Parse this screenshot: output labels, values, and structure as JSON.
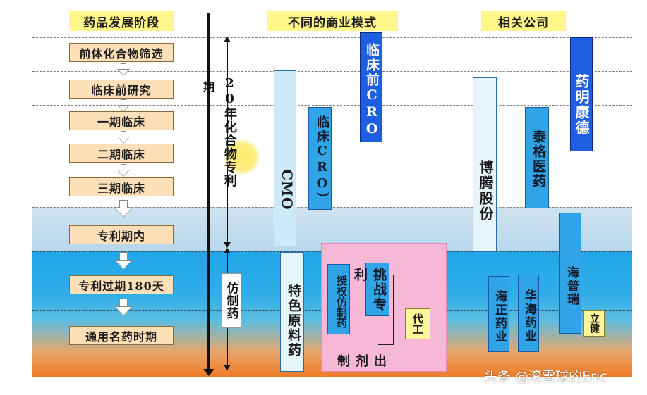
{
  "headers": {
    "stages": "药品发展阶段",
    "business_models": "不同的商业模式",
    "companies": "相关公司"
  },
  "stages": [
    {
      "label": "前体化合物筛选"
    },
    {
      "label": "临床前研究"
    },
    {
      "label": "一期临床"
    },
    {
      "label": "二期临床"
    },
    {
      "label": "三期临床"
    },
    {
      "label": "专利期内"
    },
    {
      "label": "专利过期180天"
    },
    {
      "label": "通用名药时期"
    }
  ],
  "timeline": {
    "period_char": "期",
    "patent_label": "20年化合物专利",
    "generic_label": "仿制药"
  },
  "business_models": {
    "cmo": "CMO",
    "clinical_cro": "临床CRO）",
    "preclinical_cro": "临床前CRO",
    "specialty_api": "特色原料药",
    "authorized_generic": "授权仿制药",
    "patent_challenge": "挑战专利",
    "contract_mfg": "代工",
    "formulation_export": "制剂出"
  },
  "companies": {
    "boteng": "博腾股份",
    "taige": "泰格医药",
    "wuxi": "药明康德",
    "haizheng": "海正药业",
    "huahai": "华海药业",
    "hepalink": "海普瑞",
    "lijian": "立健"
  },
  "watermark": "头条 @滚雪球的Eric",
  "colors": {
    "header_yellow": "#fff78a",
    "stage_fill": "#fde0b8",
    "light_blue_band": "#cfe3f0",
    "deep_blue": "#22a6e8",
    "orange_bottom": "#f07a24",
    "dark_blue_bar": "#1e5ee0",
    "mid_blue_bar": "#31a4e8",
    "pink_box": "#f7b8d6"
  }
}
